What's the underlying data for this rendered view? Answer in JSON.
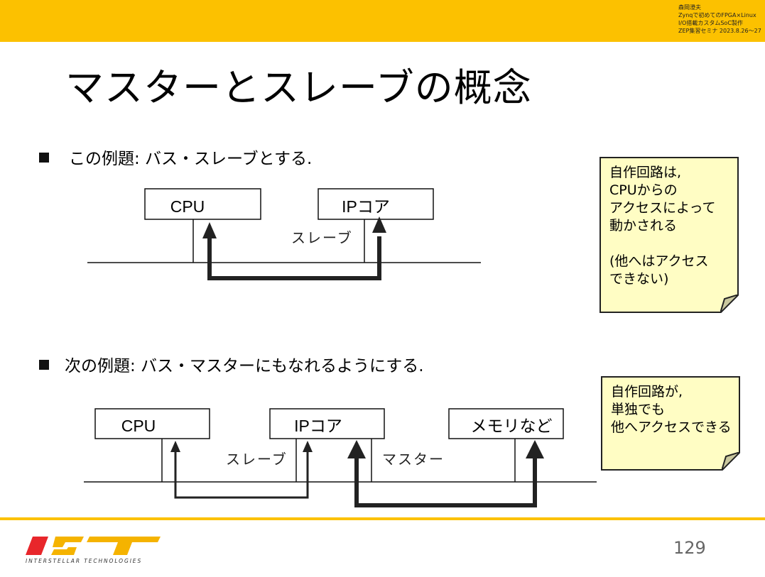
{
  "header": {
    "note_lines": [
      "森岡澄夫",
      "Zynqで初めてのFPGA×Linux",
      "I/O搭載カスタムSoC製作",
      "ZEP集習セミナ 2023.8.26～27"
    ]
  },
  "title": "マスターとスレーブの概念",
  "section1": {
    "bullet": "この例題: バス・スレーブとする.",
    "boxes": [
      "CPU",
      "IPコア"
    ],
    "slave_label": "スレーブ",
    "note_lines": [
      "自作回路は,",
      "CPUからの",
      "アクセスによって",
      "動かされる",
      "",
      "(他へはアクセス",
      "できない)"
    ]
  },
  "section2": {
    "bullet": "次の例題: バス・マスターにもなれるようにする.",
    "boxes": [
      "CPU",
      "IPコア",
      "メモリなど"
    ],
    "slave_label": "スレーブ",
    "master_label": "マスター",
    "note_lines": [
      "自作回路が,",
      "単独でも",
      "他へアクセスできる"
    ]
  },
  "footer": {
    "logo_text": "INTERSTELLAR TECHNOLOGIES",
    "page_number": "129"
  },
  "colors": {
    "accent": "#fcc100",
    "note_bg": "#fffdc4",
    "logo_red": "#e8262b",
    "logo_yellow": "#f5b300"
  }
}
